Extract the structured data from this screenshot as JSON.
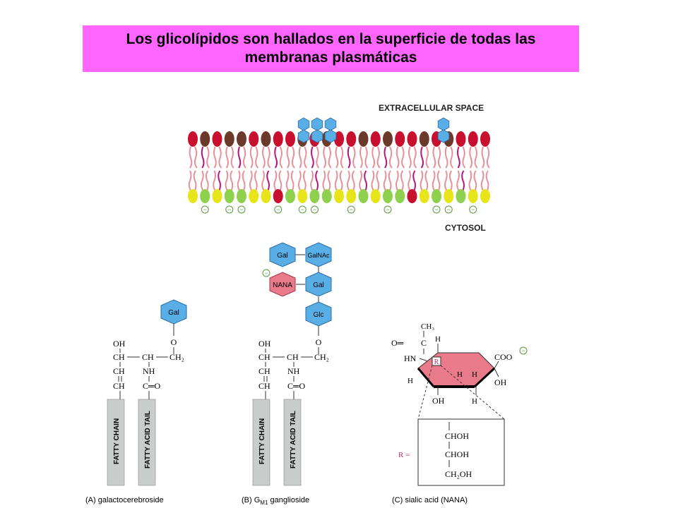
{
  "title": {
    "line1": "Los glicolípidos son hallados en la superficie de todas las",
    "line2": "membranas plasmáticas"
  },
  "membrane": {
    "top_label": "EXTRACELLULAR SPACE",
    "bottom_label": "CYTOSOL",
    "minus_sign": "−"
  },
  "panel_a": {
    "caption": "(A) galactocerebroside",
    "sugar": "Gal",
    "atoms": {
      "oh": "OH",
      "ch": "CH",
      "ch2": "CH₂",
      "nh": "NH",
      "co": "C═O",
      "o": "O"
    },
    "fatty_chain": "FATTY CHAIN",
    "fatty_acid_tail": "FATTY ACID TAIL"
  },
  "panel_b": {
    "caption_pre": "(B) G",
    "caption_sub": "M1",
    "caption_post": " ganglioside",
    "sugars": {
      "gal_top": "Gal",
      "galnac": "GalNAc",
      "nana": "NANA",
      "gal": "Gal",
      "glc": "Glc"
    },
    "atoms": {
      "oh": "OH",
      "ch": "CH",
      "ch2": "CH₂",
      "nh": "NH",
      "co": "C═O",
      "o": "O"
    },
    "fatty_chain": "FATTY CHAIN",
    "fatty_acid_tail": "FATTY ACID TAIL",
    "minus_sign": "−"
  },
  "panel_c": {
    "caption": "(C) sialic acid (NANA)",
    "ch3": "CH₃",
    "o_eq": "O═",
    "c": "C",
    "hn": "HN",
    "coo": "COO",
    "r_box": "R",
    "h": "H",
    "oh": "OH",
    "r_eq": "R =",
    "chain": [
      "CHOH",
      "CHOH",
      "CH₂OH"
    ],
    "minus_sign": "−"
  },
  "colors": {
    "title_bg": "#ff66ff",
    "sugar_blue": "#5aaee6",
    "nana_pink": "#e87a8a",
    "head_red": "#c8102e",
    "head_brown": "#6b3a2a",
    "head_yellow": "#e8e41a",
    "head_green": "#8fd14f",
    "tail_pink": "#e8909a",
    "tail_magenta": "#b5157e",
    "chain_gray": "#c8cdcc",
    "ring_pink": "#e87a8a"
  }
}
